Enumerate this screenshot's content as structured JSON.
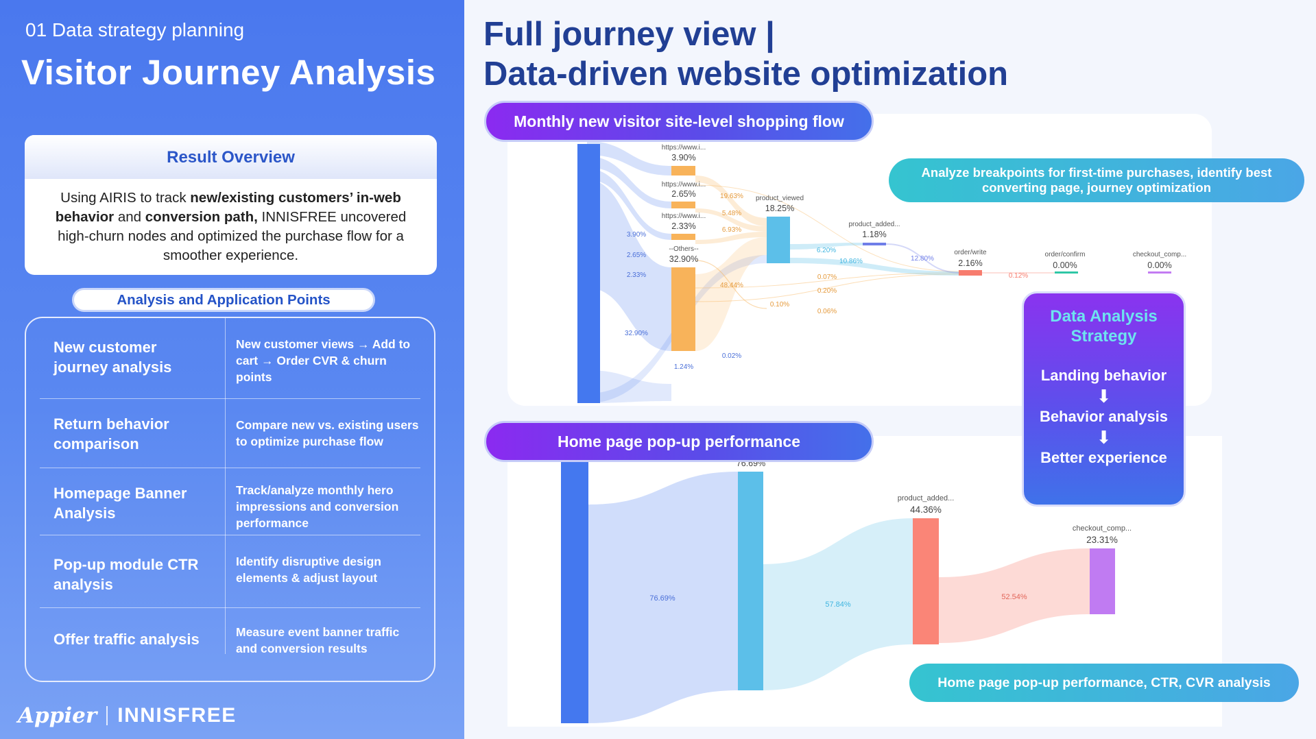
{
  "left": {
    "section_label": "01 Data strategy planning",
    "title": "Visitor Journey Analysis",
    "result": {
      "heading": "Result Overview",
      "segments": [
        {
          "text": "Using AIRIS to track ",
          "bold": false
        },
        {
          "text": "new/existing customers’ in-web behavior",
          "bold": true
        },
        {
          "text": " and ",
          "bold": false
        },
        {
          "text": "conversion path,",
          "bold": true
        },
        {
          "text": " INNISFREE uncovered high-churn nodes and optimized the purchase flow for a smoother experience.",
          "bold": false
        }
      ]
    },
    "points_heading": "Analysis and Application Points",
    "points": [
      {
        "name": "New customer journey analysis",
        "desc": "New customer views → Add to cart → Order CVR & churn points"
      },
      {
        "name": "Return behavior comparison",
        "desc": "Compare new vs. existing users to optimize purchase flow"
      },
      {
        "name": "Homepage Banner Analysis",
        "desc": "Track/analyze monthly hero impressions and conversion performance"
      },
      {
        "name": "Pop-up module CTR analysis",
        "desc": "Identify disruptive design elements & adjust layout"
      },
      {
        "name": "Offer traffic analysis",
        "desc": "Measure event banner traffic and conversion results"
      }
    ],
    "brand": {
      "appier": "Appier",
      "innisfree": "INNISFREE"
    }
  },
  "right": {
    "title_line1": "Full journey view |",
    "title_line2": "Data-driven website optimization",
    "chart1_pill": "Monthly new visitor site-level shopping flow",
    "chart2_pill": "Home page pop-up performance",
    "insight1": "Analyze breakpoints for first-time purchases, identify best converting page, journey optimization",
    "insight2": "Home page pop-up performance, CTR, CVR analysis",
    "strategy": {
      "title": "Data Analysis Strategy",
      "steps": [
        "Landing behavior",
        "Behavior analysis",
        "Better experience"
      ]
    }
  },
  "colors": {
    "source": "#4478ef",
    "page": "#f8b35a",
    "viewed": "#5cbfe9",
    "added": "#6f7ee8",
    "write": "#f77c6e",
    "confirm": "#2fc7a6",
    "checkout": "#c37bf2",
    "p2_added": "#fa8577",
    "p2_checkout": "#c07bf2"
  },
  "chart_data": [
    {
      "type": "sankey",
      "nodes": [
        {
          "id": "source",
          "label": "",
          "value": ""
        },
        {
          "id": "p1",
          "label": "https://www.i...",
          "value": "3.90%"
        },
        {
          "id": "p2",
          "label": "https://www.i...",
          "value": "2.65%"
        },
        {
          "id": "p3",
          "label": "https://www.i...",
          "value": "2.33%"
        },
        {
          "id": "others",
          "label": "--Others--",
          "value": "32.90%"
        },
        {
          "id": "viewed",
          "label": "product_viewed",
          "value": "18.25%"
        },
        {
          "id": "added",
          "label": "product_added...",
          "value": "1.18%"
        },
        {
          "id": "write",
          "label": "order/write",
          "value": "2.16%"
        },
        {
          "id": "confirm",
          "label": "order/confirm",
          "value": "0.00%"
        },
        {
          "id": "checkout",
          "label": "checkout_comp...",
          "value": "0.00%"
        }
      ],
      "link_labels": [
        "3.90%",
        "2.65%",
        "2.33%",
        "32.90%",
        "1.24%",
        "19.63%",
        "5.48%",
        "6.93%",
        "48.44%",
        "0.10%",
        "0.02%",
        "6.20%",
        "10.86%",
        "0.07%",
        "0.20%",
        "0.06%",
        "12.80%",
        "0.12%"
      ]
    },
    {
      "type": "sankey",
      "nodes": [
        {
          "id": "source",
          "label": "",
          "value": ""
        },
        {
          "id": "popup",
          "label": "",
          "value": "76.69%"
        },
        {
          "id": "added",
          "label": "product_added...",
          "value": "44.36%"
        },
        {
          "id": "checkout",
          "label": "checkout_comp...",
          "value": "23.31%"
        }
      ],
      "link_labels": [
        "76.69%",
        "57.84%",
        "52.54%"
      ]
    }
  ]
}
